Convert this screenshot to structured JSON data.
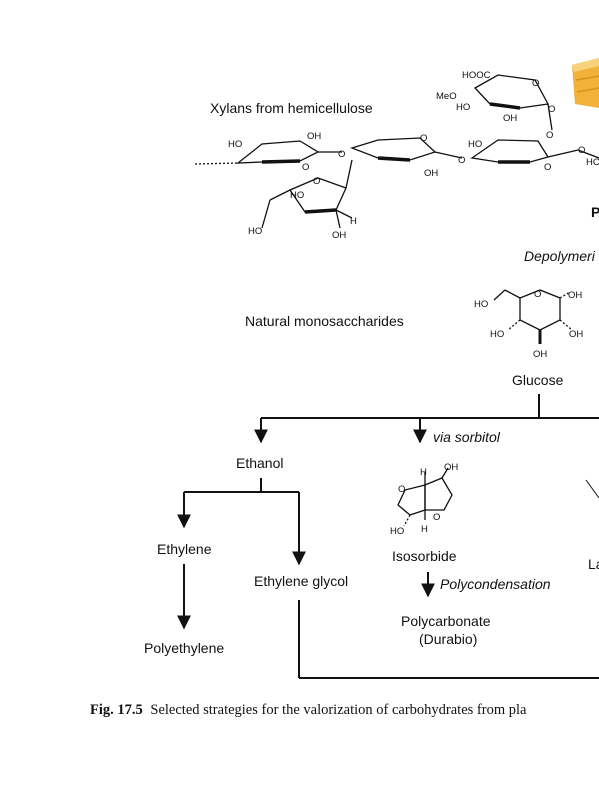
{
  "figure": {
    "labels": {
      "xylans": "Xylans from hemicellulose",
      "depolymer": "Depolymeri",
      "natural_mono": "Natural monosaccharides",
      "glucose": "Glucose",
      "via_sorbitol": "via sorbitol",
      "ethanol": "Ethanol",
      "ethylene": "Ethylene",
      "ethylene_glycol": "Ethylene glycol",
      "polyethylene": "Polyethylene",
      "isosorbide": "Isosorbide",
      "polycondensation": "Polycondensation",
      "polycarbonate": "Polycarbonate",
      "durabio": "(Durabio)",
      "cut_la": "La",
      "cut_p": "P"
    },
    "atoms": {
      "hooc": "HOOC",
      "meo": "MeO",
      "ho": "HO",
      "oh": "OH",
      "o": "O",
      "h": "H",
      "hc": "HC"
    },
    "caption": {
      "number": "Fig. 17.5",
      "text": "Selected strategies for the valorization of carbohydrates from pla"
    },
    "colors": {
      "ink": "#111111",
      "swatch": "#f2b23a"
    }
  }
}
